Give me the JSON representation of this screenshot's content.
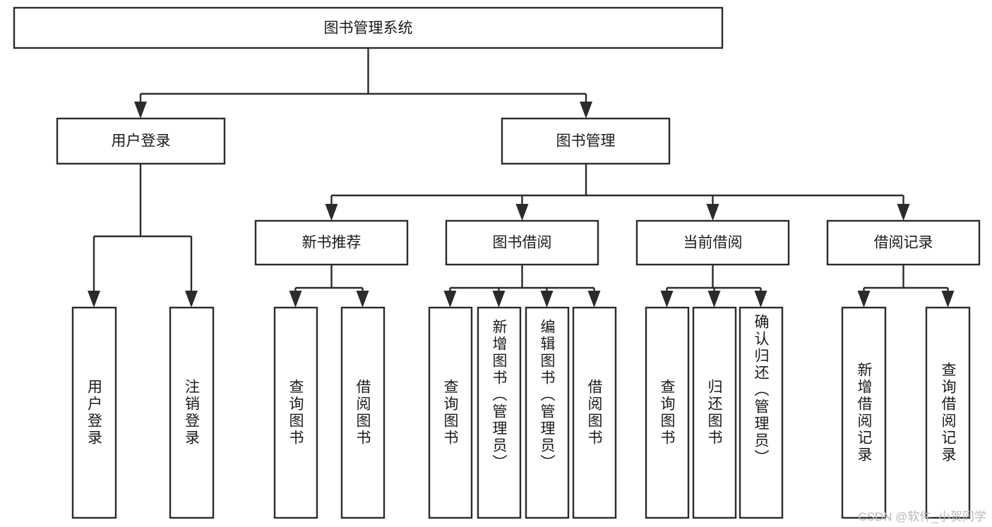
{
  "diagram": {
    "type": "tree",
    "title": "图书管理系统",
    "orientation": "top-down",
    "levels": 4,
    "style": {
      "box_fill": "#ffffff",
      "box_stroke": "#2b2b2b",
      "line_color": "#2b2b2b",
      "text_color": "#1b1b1b",
      "background": "#ffffff"
    },
    "root": {
      "label": "图书管理系统"
    },
    "level2": [
      {
        "label": "用户登录"
      },
      {
        "label": "图书管理"
      }
    ],
    "level3": [
      {
        "label": "新书推荐"
      },
      {
        "label": "图书借阅"
      },
      {
        "label": "当前借阅"
      },
      {
        "label": "借阅记录"
      }
    ],
    "leaves": {
      "user_login": [
        {
          "label": "用户登录"
        },
        {
          "label": "注销登录"
        }
      ],
      "new_book_recommend": [
        {
          "label": "查询图书"
        },
        {
          "label": "借阅图书"
        }
      ],
      "book_borrow": [
        {
          "label": "查询图书"
        },
        {
          "label": "新增图书（管理员）"
        },
        {
          "label": "编辑图书（管理员）"
        },
        {
          "label": "借阅图书"
        }
      ],
      "current_borrow": [
        {
          "label": "查询图书"
        },
        {
          "label": "归还图书"
        },
        {
          "label": "确认归还（管理员）"
        }
      ],
      "borrow_record": [
        {
          "label": "新增借阅记录"
        },
        {
          "label": "查询借阅记录"
        }
      ]
    }
  },
  "watermark": {
    "text": "CSDN @软件_小贺同学"
  }
}
